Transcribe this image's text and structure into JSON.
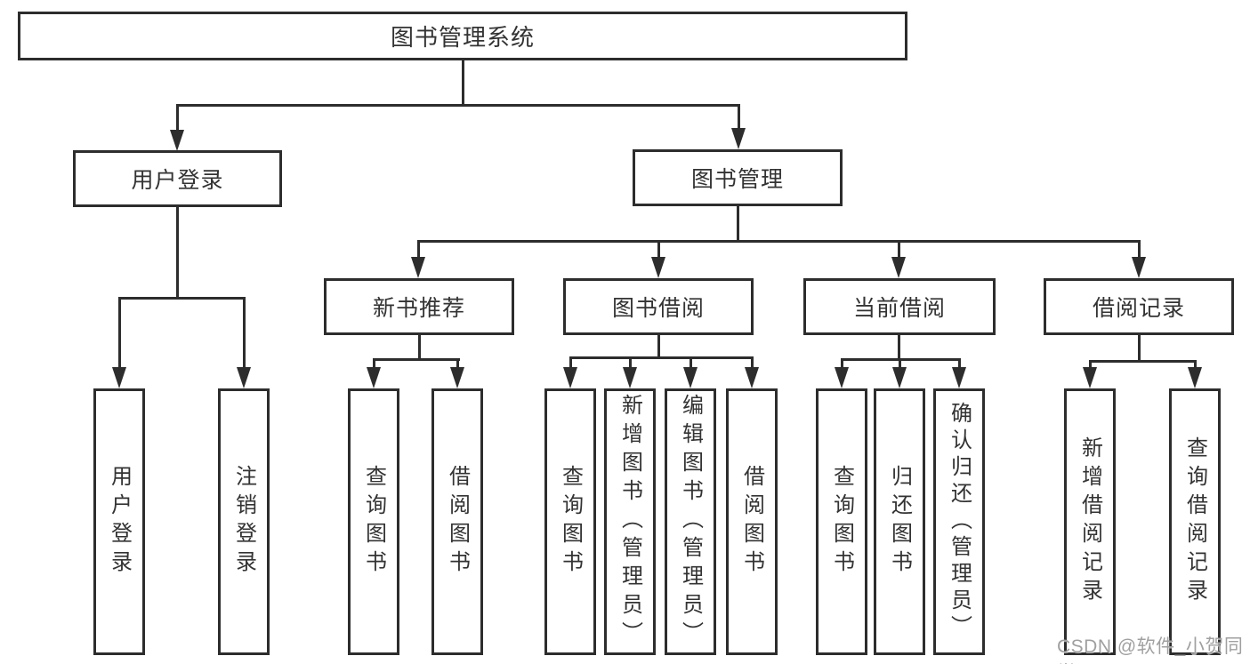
{
  "diagram": {
    "type": "hierarchy-tree",
    "title": "图书管理系统"
  },
  "colors": {
    "line": "#2d2d2d",
    "text": "#333333",
    "background": "#ffffff",
    "watermark": "#a0a0a0"
  },
  "tree": {
    "root": {
      "label": "图书管理系统"
    },
    "branches": [
      {
        "label": "用户登录",
        "children": [
          {
            "label": "用户登录"
          },
          {
            "label": "注销登录"
          }
        ]
      },
      {
        "label": "图书管理",
        "children": [
          {
            "label": "新书推荐",
            "children": [
              {
                "label": "查询图书"
              },
              {
                "label": "借阅图书"
              }
            ]
          },
          {
            "label": "图书借阅",
            "children": [
              {
                "label": "查询图书"
              },
              {
                "label": "新增图书（管理员）"
              },
              {
                "label": "编辑图书（管理员）"
              },
              {
                "label": "借阅图书"
              }
            ]
          },
          {
            "label": "当前借阅",
            "children": [
              {
                "label": "查询图书"
              },
              {
                "label": "归还图书"
              },
              {
                "label": "确认归还（管理员）"
              }
            ]
          },
          {
            "label": "借阅记录",
            "children": [
              {
                "label": "新增借阅记录"
              },
              {
                "label": "查询借阅记录"
              }
            ]
          }
        ]
      }
    ]
  },
  "watermark": {
    "text": "CSDN @软件_小贺同学"
  }
}
